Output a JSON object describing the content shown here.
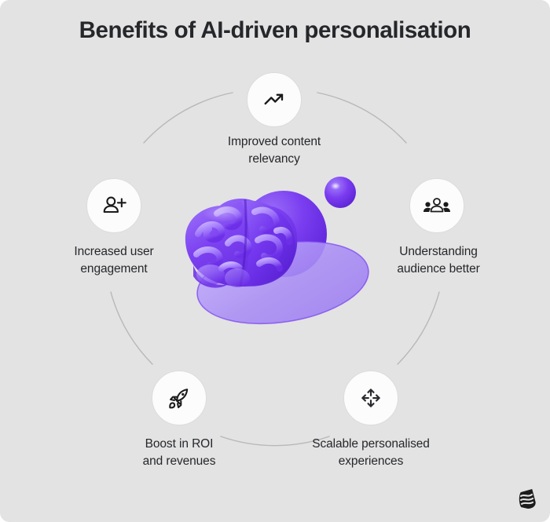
{
  "page": {
    "title": "Benefits of AI-driven personalisation",
    "background_color": "#E3E3E3",
    "text_color": "#26272B"
  },
  "colors": {
    "accent_purple": "#6E30E8",
    "purple_mid": "#8A5BF0",
    "purple_light": "#AC92F5",
    "circle_fill": "#FCFCFC",
    "circle_border": "#DCDCDC",
    "arc_line": "#B8B8B8",
    "logo": "#1C1C1C"
  },
  "nodes": [
    {
      "id": "improved-content-relevancy",
      "icon": "trending-up-arrow-icon",
      "label_line1": "Improved content",
      "label_line2": "relevancy",
      "position": "top"
    },
    {
      "id": "increased-user-engagement",
      "icon": "user-plus-icon",
      "label_line1": "Increased user",
      "label_line2": "engagement",
      "position": "left"
    },
    {
      "id": "understanding-audience-better",
      "icon": "users-group-icon",
      "label_line1": "Understanding",
      "label_line2": "audience better",
      "position": "right"
    },
    {
      "id": "boost-in-roi-and-revenues",
      "icon": "rocket-icon",
      "label_line1": "Boost in ROI",
      "label_line2": "and revenues",
      "position": "bottom-left"
    },
    {
      "id": "scalable-personalised-experiences",
      "icon": "expand-arrows-icon",
      "label_line1": "Scalable personalised",
      "label_line2": "experiences",
      "position": "bottom-right"
    }
  ],
  "center_graphic": {
    "name": "ai-brain-3d-illustration",
    "elements": [
      "brain",
      "large-sphere",
      "small-sphere",
      "elliptical-disc"
    ]
  },
  "logo": {
    "name": "brand-logo-mark"
  }
}
